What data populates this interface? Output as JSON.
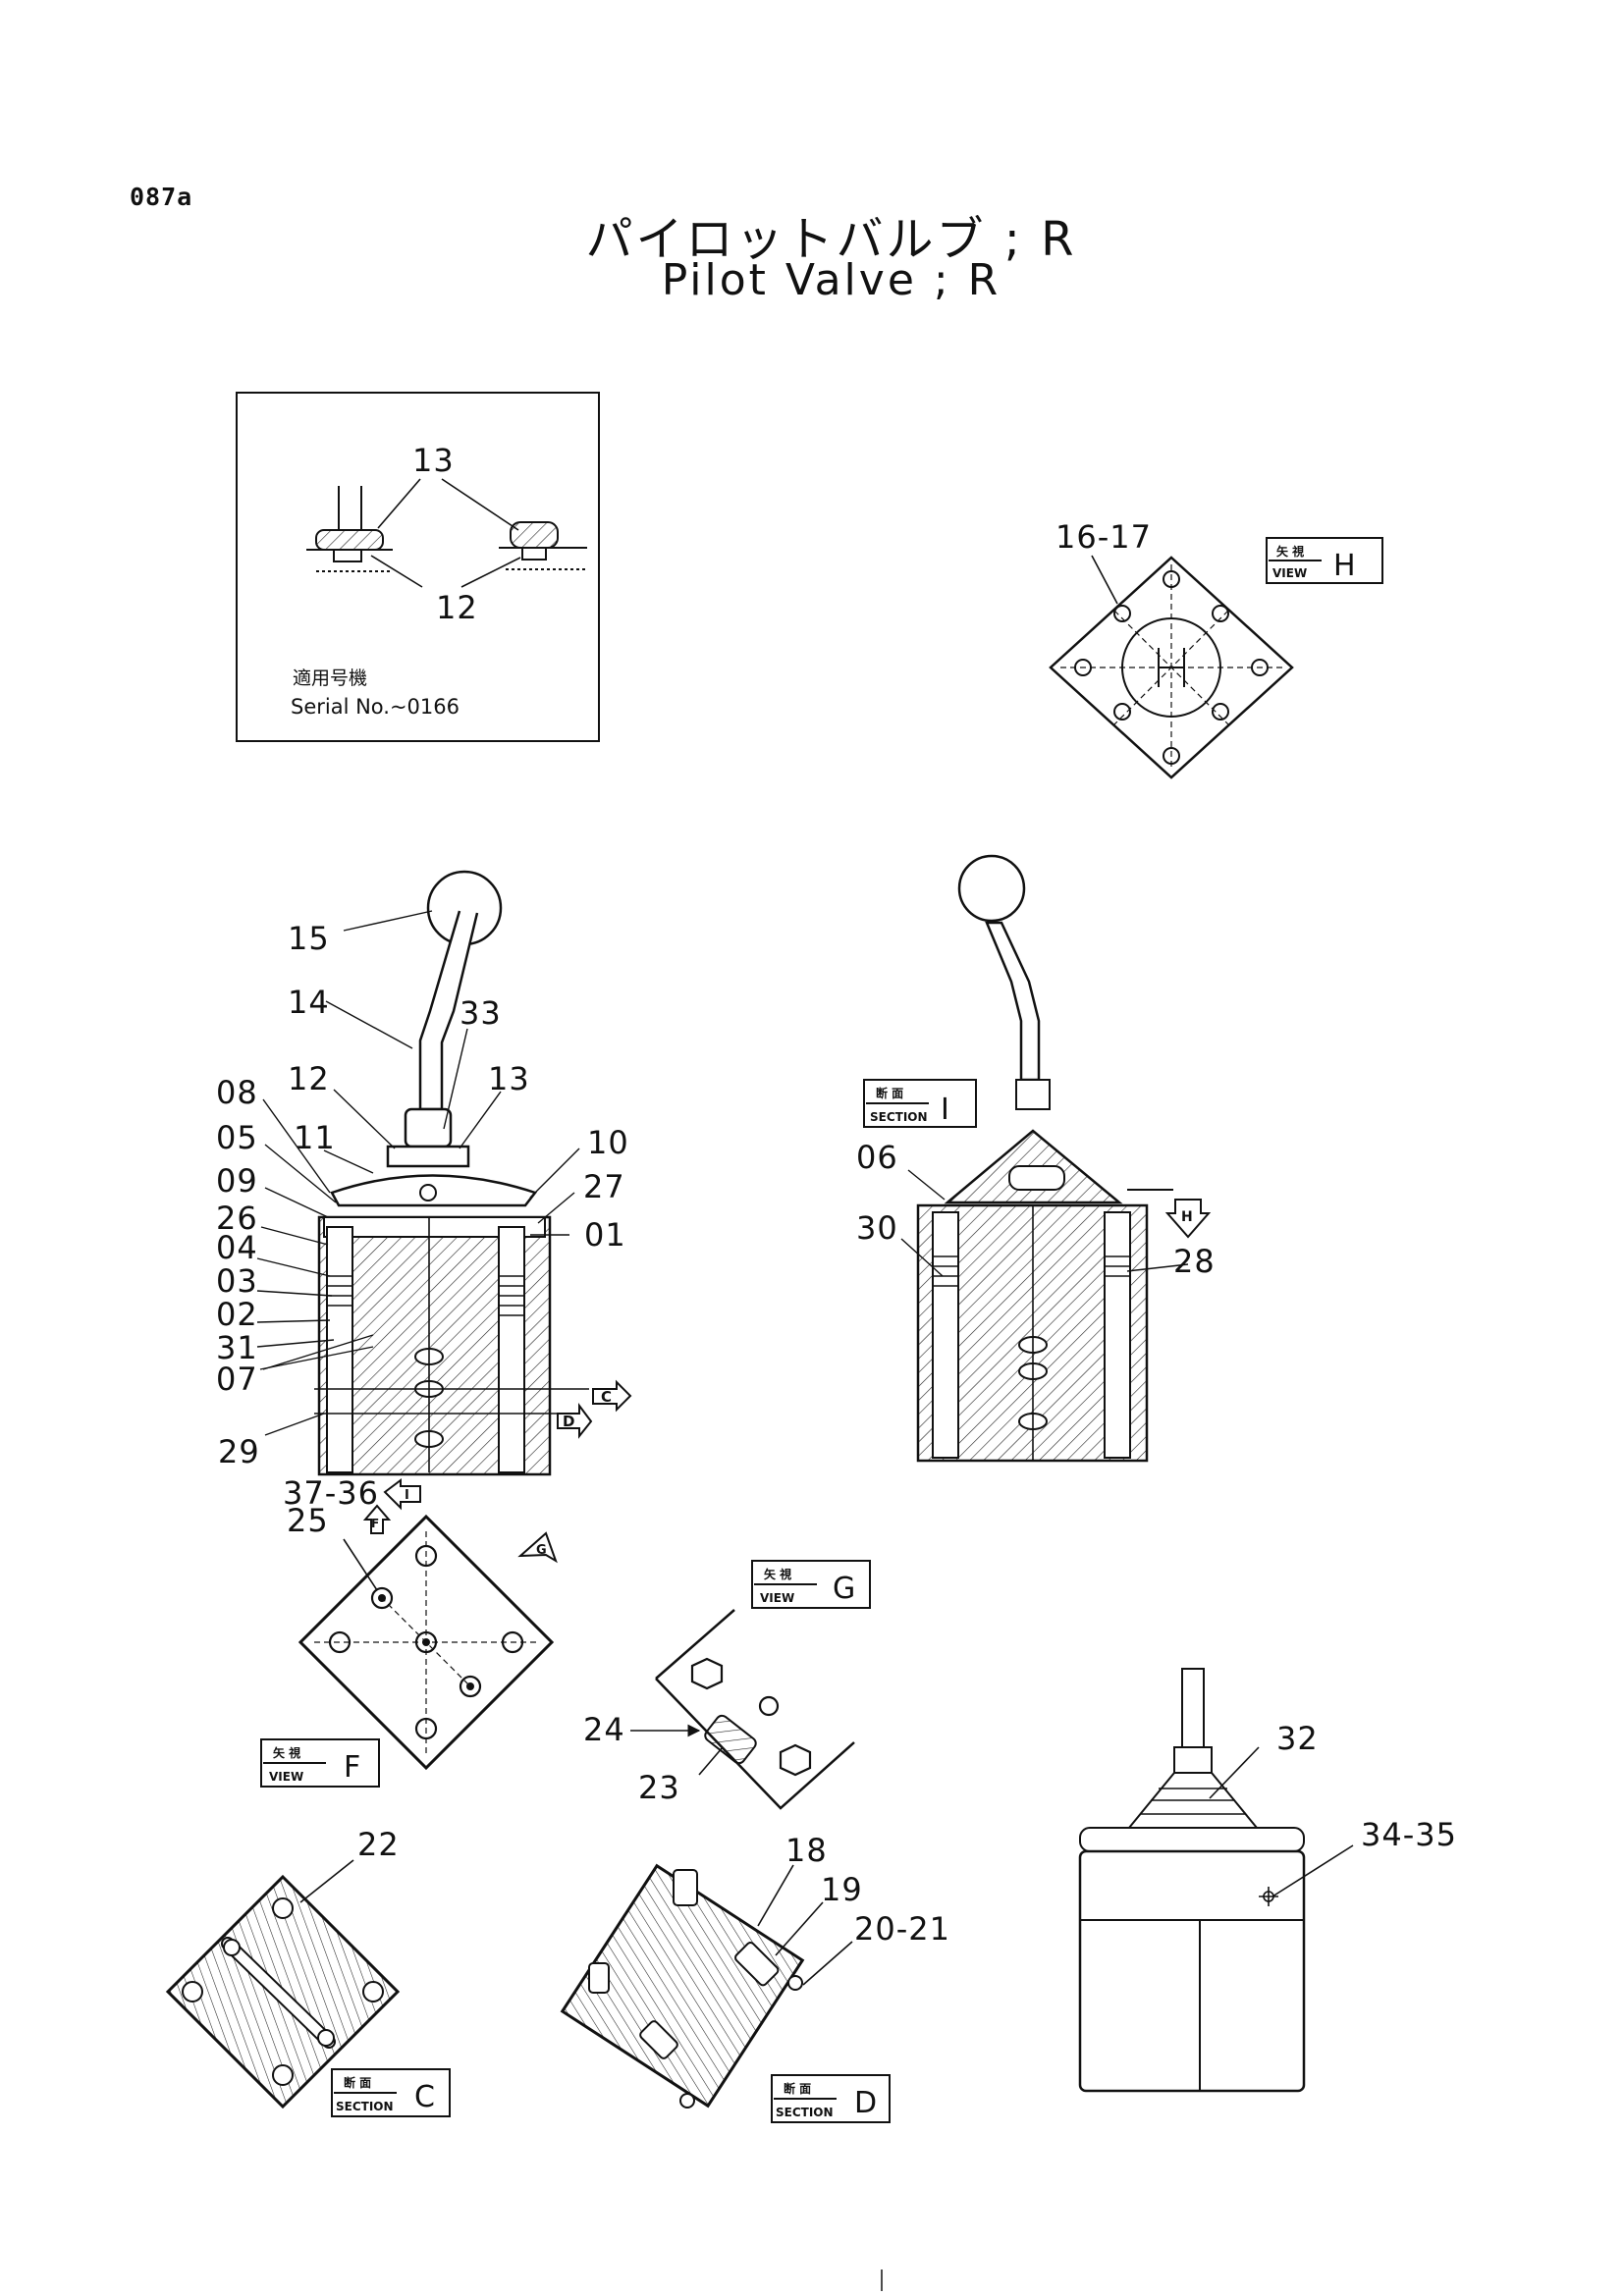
{
  "header": {
    "page_code": "087a",
    "title_jp": "パイロットバルブ ; R",
    "title_en": "Pilot Valve ; R"
  },
  "inset": {
    "label_13": "13",
    "label_12": "12",
    "applicable_jp": "適用号機",
    "serial": "Serial No.~0166"
  },
  "view_h": {
    "label": "16-17",
    "tag_top": "矢 視",
    "tag_bottom": "VIEW",
    "letter": "H"
  },
  "main_view": {
    "labels": [
      "15",
      "14",
      "33",
      "12",
      "13",
      "08",
      "11",
      "05",
      "10",
      "09",
      "27",
      "26",
      "01",
      "04",
      "03",
      "02",
      "31",
      "07",
      "29",
      "37-36"
    ],
    "arrow_c": "C",
    "arrow_d": "D",
    "arrow_i": "I",
    "arrow_f": "F",
    "arrow_g": "G"
  },
  "section_i": {
    "tag_top": "断 面",
    "tag_bottom": "SECTION",
    "letter": "I",
    "labels": [
      "06",
      "30",
      "28"
    ],
    "arrow_h": "H"
  },
  "view_f": {
    "label": "25",
    "tag_top": "矢 視",
    "tag_bottom": "VIEW",
    "letter": "F"
  },
  "view_g": {
    "labels": [
      "24",
      "23"
    ],
    "tag_top": "矢 視",
    "tag_bottom": "VIEW",
    "letter": "G"
  },
  "section_c": {
    "label": "22",
    "tag_top": "断 面",
    "tag_bottom": "SECTION",
    "letter": "C"
  },
  "section_d": {
    "labels": [
      "18",
      "19",
      "20-21"
    ],
    "tag_top": "断 面",
    "tag_bottom": "SECTION",
    "letter": "D"
  },
  "external": {
    "labels": [
      "32",
      "34-35"
    ]
  }
}
